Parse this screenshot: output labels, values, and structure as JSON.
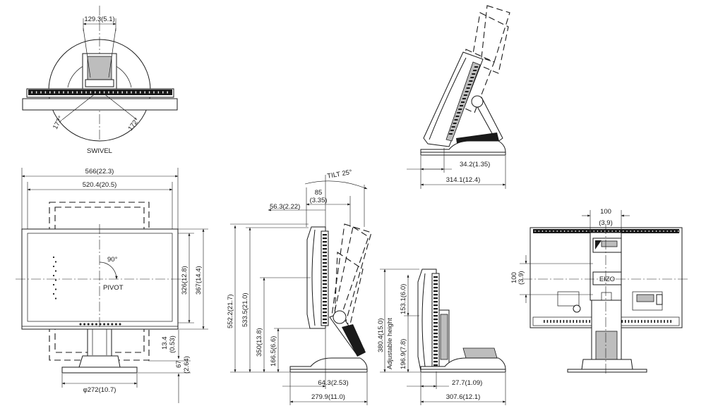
{
  "views": {
    "top": {
      "swivel_label": "SWIVEL",
      "width_label": "129.3(5.1)",
      "angle_left": "172°",
      "angle_right": "172°"
    },
    "front": {
      "overall_width": "566(22.3)",
      "screen_width": "520.4(20.5)",
      "screen_height": "326(12.8)",
      "overall_height": "367(14.4)",
      "pivot_label": "PIVOT",
      "pivot_angle": "90°",
      "bottom_gap": "13.4",
      "bottom_gap_in": "(0.53)",
      "base_height": "67",
      "base_height_in": "(2.64)",
      "base_diameter": "φ272(10.7)"
    },
    "side_tilt": {
      "tilt_label": "TILT 25°",
      "tilt_depth": "85",
      "tilt_depth_in": "(3.35)",
      "top_depth": "56.3(2.22)",
      "height_max": "552.2(21.7)",
      "height_alt": "533.5(21.0)",
      "center_high": "350(13.8)",
      "center_low": "166.5(6.6)",
      "base_front": "64.3(2.53)",
      "base_depth": "279.9(11.0)"
    },
    "side_upper": {
      "stand_offset": "34.2(1.35)",
      "total_depth": "314.1(12.4)"
    },
    "side_height": {
      "adj_label": "Adjustable height",
      "adj_max": "380.4(15.0)",
      "adj_range": "153.1(6.0)",
      "adj_min": "196.9(7.8)",
      "base_offset": "27.7(1.09)",
      "base_depth": "307.6(12.1)"
    },
    "rear": {
      "vesa_width": "100",
      "vesa_width_in": "(3.9)",
      "vesa_height": "100",
      "vesa_height_in": "(3.9)",
      "logo_text": "EIZO"
    }
  }
}
